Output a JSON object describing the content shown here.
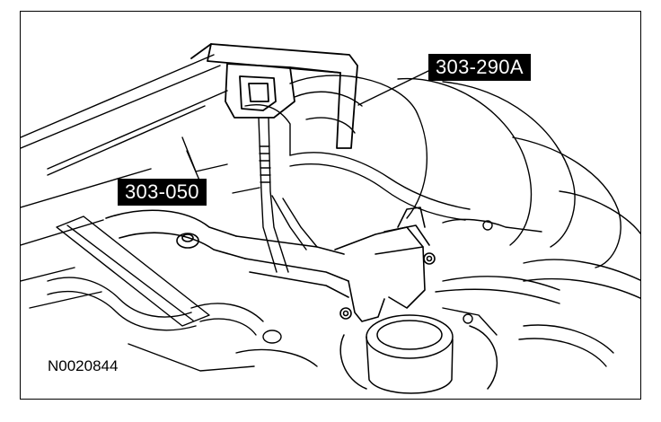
{
  "callouts": {
    "tool_primary": "303-290A",
    "tool_secondary": "303-050"
  },
  "figure": {
    "id": "N0020844"
  },
  "colors": {
    "line": "#000000",
    "background": "#ffffff",
    "label_background": "#000000",
    "label_text": "#ffffff"
  }
}
